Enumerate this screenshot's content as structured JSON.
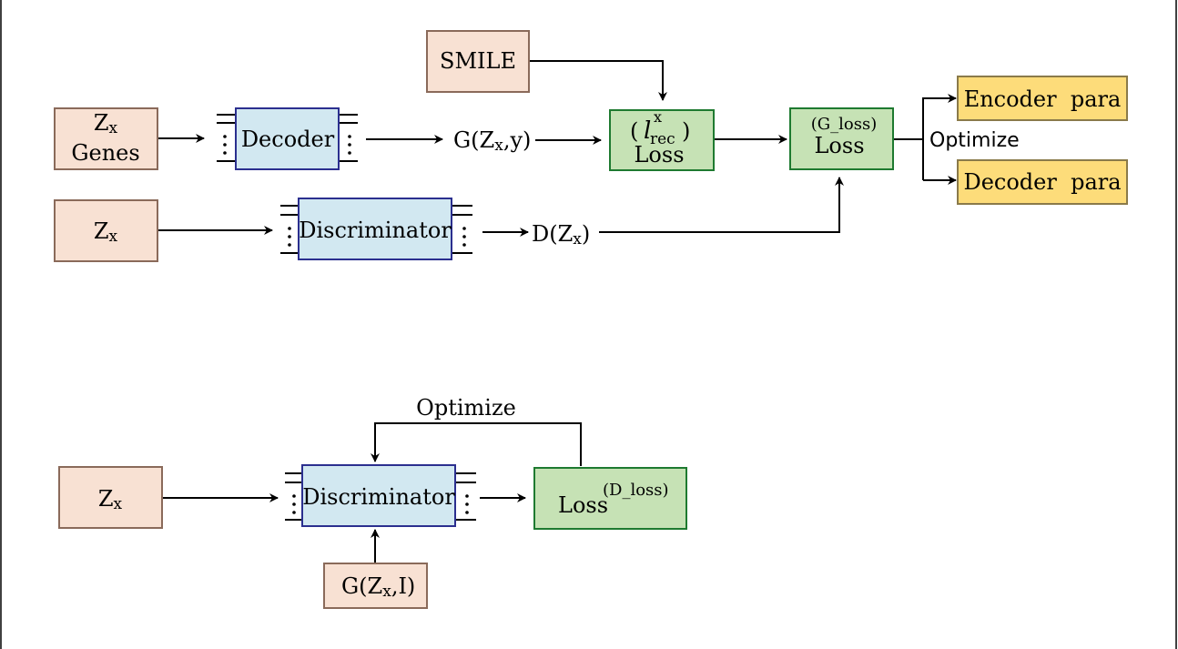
{
  "colors": {
    "input_fill": "#f8e1d3",
    "input_stroke": "#8a6a5a",
    "module_fill": "#d2e8f1",
    "module_stroke": "#2b2f8f",
    "loss_fill": "#c6e2b5",
    "loss_stroke": "#1e7a30",
    "output_fill": "#fddc7a",
    "output_stroke": "#8a7a4a"
  },
  "top": {
    "smile": "SMILE",
    "zx_genes": {
      "z": "Z",
      "x": "x",
      "genes": "Genes"
    },
    "decoder": "Decoder",
    "g_output": {
      "pre": "G(Z",
      "sub": "x",
      "post": ",y)"
    },
    "rec_loss": {
      "l": "l",
      "sup": "x",
      "sub": "rec",
      "open": "(",
      "close": ")",
      "label": "Loss"
    },
    "g_loss": {
      "tag": "(G_loss)",
      "label": "Loss"
    },
    "optimize": "Optimize",
    "encoder_para": "Encoder  para",
    "decoder_para": "Decoder  para",
    "zx": {
      "z": "Z",
      "x": "x"
    },
    "discriminator": "Discriminator",
    "d_output": {
      "pre": "D(Z",
      "sub": "x",
      "post": ")"
    }
  },
  "bottom": {
    "optimize": "Optimize",
    "zx": {
      "z": "Z",
      "x": "x"
    },
    "discriminator": "Discriminator",
    "d_loss": {
      "label": "Loss",
      "sup": "(D_loss)"
    },
    "g_input": {
      "pre": "G(Z",
      "sub": "x",
      "post": ",I)"
    }
  }
}
